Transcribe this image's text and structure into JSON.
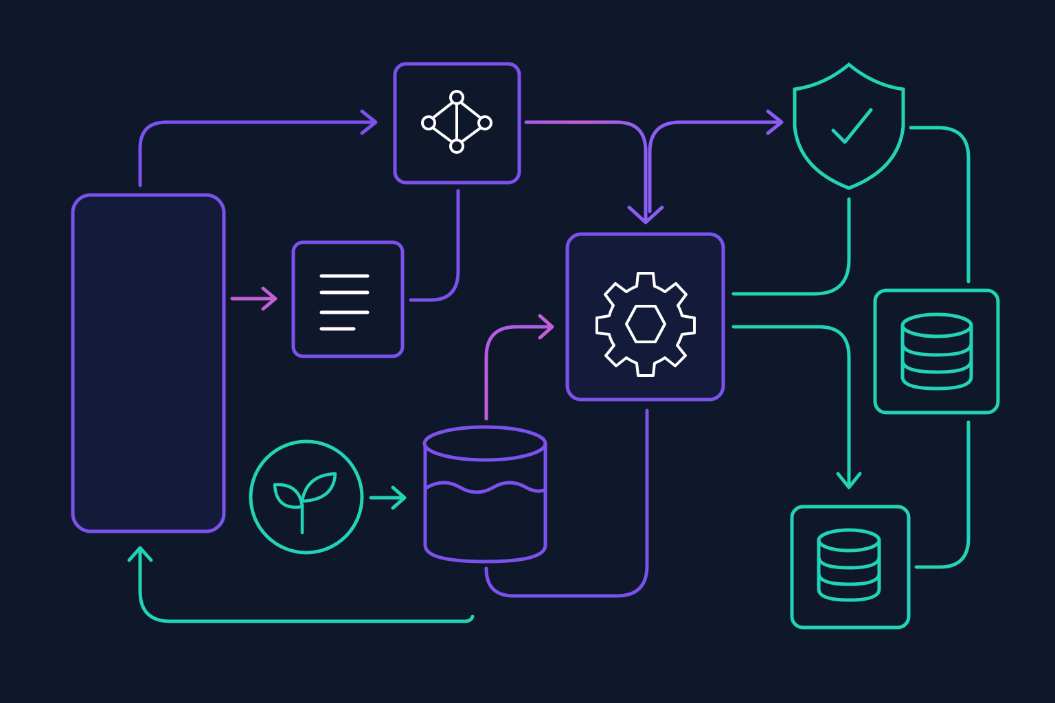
{
  "diagram": {
    "background": "#0f172a",
    "colors": {
      "purple": "#7b52ee",
      "violet": "#8b5cf6",
      "teal": "#22d3b8",
      "pink": "#c45fd6",
      "icon": "#ffffff",
      "node_fill": "#141a3a"
    },
    "nodes": [
      {
        "id": "source-panel",
        "icon": "none"
      },
      {
        "id": "network-node",
        "icon": "network-graph-icon"
      },
      {
        "id": "document-node",
        "icon": "document-lines-icon"
      },
      {
        "id": "seed-node",
        "icon": "sprout-icon"
      },
      {
        "id": "lake-node",
        "icon": "water-cylinder-icon"
      },
      {
        "id": "processor-node",
        "icon": "gear-icon"
      },
      {
        "id": "shield-node",
        "icon": "shield-check-icon"
      },
      {
        "id": "database-node-right",
        "icon": "database-icon"
      },
      {
        "id": "database-node-bottom",
        "icon": "database-icon"
      }
    ]
  }
}
